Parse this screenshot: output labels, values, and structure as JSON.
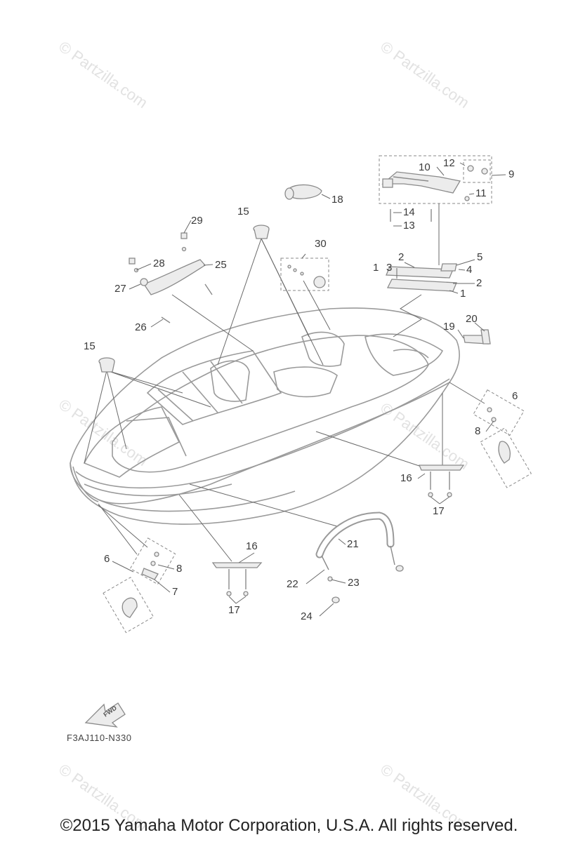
{
  "watermark": "© Partzilla.com",
  "diagram_code": "F3AJ110-N330",
  "fwd_label": "FWD",
  "copyright": "©2015  Yamaha Motor Corporation, U.S.A. All rights reserved.",
  "callouts": {
    "c1a": "1",
    "c1b": "1",
    "c2a": "2",
    "c2b": "2",
    "c3": "3",
    "c4": "4",
    "c5": "5",
    "c6a": "6",
    "c6b": "6",
    "c7": "7",
    "c8a": "8",
    "c8b": "8",
    "c9": "9",
    "c10": "10",
    "c11": "11",
    "c12": "12",
    "c13": "13",
    "c14": "14",
    "c15a": "15",
    "c15b": "15",
    "c16a": "16",
    "c16b": "16",
    "c17a": "17",
    "c17b": "17",
    "c18": "18",
    "c19": "19",
    "c20": "20",
    "c21": "21",
    "c22": "22",
    "c23": "23",
    "c24": "24",
    "c25": "25",
    "c26": "26",
    "c27": "27",
    "c28": "28",
    "c29": "29",
    "c30": "30"
  }
}
